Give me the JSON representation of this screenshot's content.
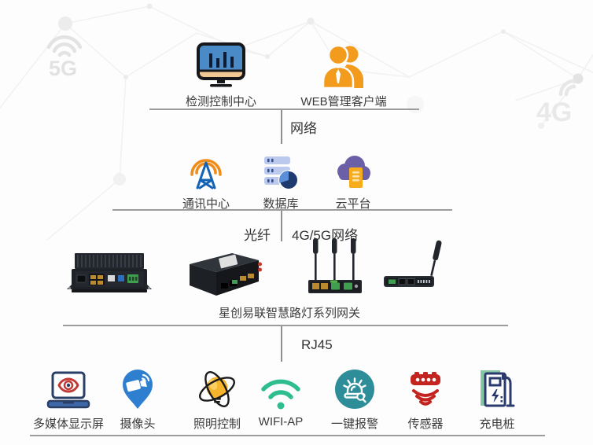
{
  "background": {
    "watermark_left": "5G",
    "watermark_right": "4G"
  },
  "colors": {
    "line": "#9c9c9c",
    "text": "#3b3b3b",
    "orange": "#F29B1D",
    "screen_blue": "#4A8AC6",
    "tower_blue": "#1463B4",
    "navy": "#2A3F66",
    "purple": "#6B5FA8",
    "database_slab": "#BCC9EE",
    "green": "#2EBD8E",
    "teal": "#2D8E99",
    "red": "#C4241F",
    "pin_blue": "#2F7FD1",
    "bulb_yellow": "#F6B42C",
    "charge_green": "#85C7A4",
    "watermark_gray": "#E5E5E5"
  },
  "tier_management": {
    "items": [
      {
        "icon": "monitor-chart-icon",
        "label": "检测控制中心"
      },
      {
        "icon": "web-admin-user-icon",
        "label": "WEB管理客户端"
      }
    ]
  },
  "connector_network": {
    "label": "网络"
  },
  "tier_platform": {
    "items": [
      {
        "icon": "signal-tower-icon",
        "label": "通讯中心"
      },
      {
        "icon": "database-icon",
        "label": "数据库"
      },
      {
        "icon": "cloud-platform-icon",
        "label": "云平台"
      }
    ]
  },
  "connector_uplink": {
    "left_label": "光纤",
    "right_label": "4G/5G网络"
  },
  "gateway_row": {
    "caption": "星创易联智慧路灯系列网关",
    "devices": [
      {
        "image": "industrial-gateway-photo"
      },
      {
        "image": "box-gateway-photo"
      },
      {
        "image": "three-antenna-router-photo"
      },
      {
        "image": "single-antenna-router-photo"
      }
    ]
  },
  "connector_rj45": {
    "label": "RJ45"
  },
  "tier_terminals": {
    "items": [
      {
        "icon": "multimedia-display-icon",
        "label": "多媒体显示屏"
      },
      {
        "icon": "camera-pin-icon",
        "label": "摄像头"
      },
      {
        "icon": "lighting-control-icon",
        "label": "照明控制"
      },
      {
        "icon": "wifi-ap-icon",
        "label": "WIFI-AP"
      },
      {
        "icon": "one-key-alarm-icon",
        "label": "一键报警"
      },
      {
        "icon": "sensor-icon",
        "label": "传感器"
      },
      {
        "icon": "charging-pile-icon",
        "label": "充电桩"
      }
    ]
  }
}
